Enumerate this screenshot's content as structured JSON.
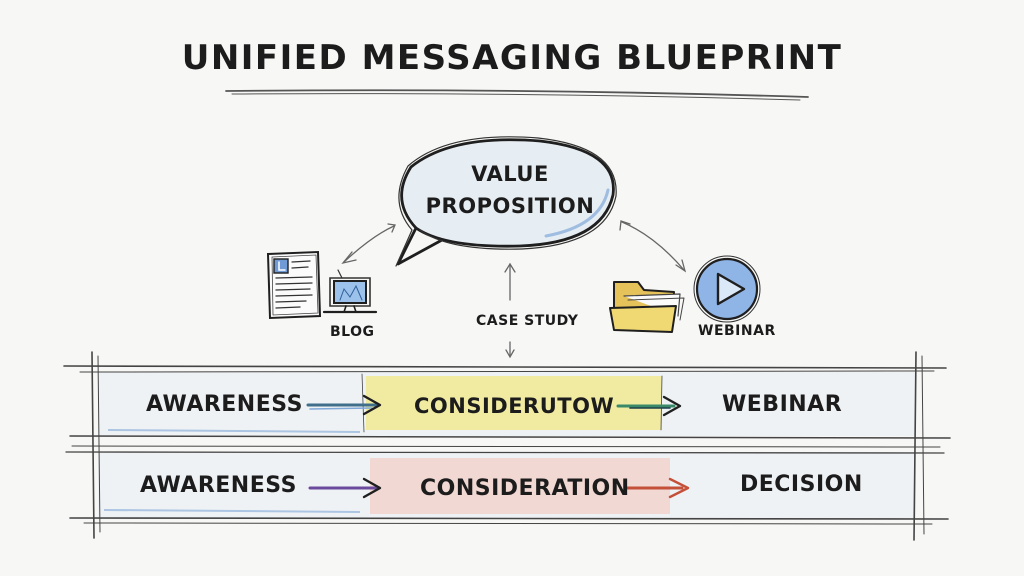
{
  "title": "UNIFIED MESSAGING BLUEPRINT",
  "bubble": {
    "line1": "VALUE",
    "line2": "PROPOSITION"
  },
  "channels": {
    "blog": "BLOG",
    "case_study": "CASE STUDY",
    "webinar": "WEBINAR"
  },
  "rows": [
    {
      "stages": [
        "AWARENESS",
        "CONSIDERUTOW",
        "WEBINAR"
      ],
      "arrow_colors": [
        "#3f6f8a",
        "#3a8a6a"
      ],
      "highlight_color": "#f1e887"
    },
    {
      "stages": [
        "AWARENESS",
        "CONSIDERATION",
        "DECISION"
      ],
      "arrow_colors": [
        "#6a4a9a",
        "#c4503a"
      ],
      "highlight_color": "#f4b9a8"
    }
  ],
  "colors": {
    "ink": "#1f1f1f",
    "row_tint": "#dfe8f4",
    "folder": "#f0d872",
    "play_button": "#8fb4e6",
    "bubble_shade": "#b9d3ef"
  },
  "icons": [
    "document-icon",
    "monitor-icon",
    "folder-icon",
    "play-icon"
  ]
}
